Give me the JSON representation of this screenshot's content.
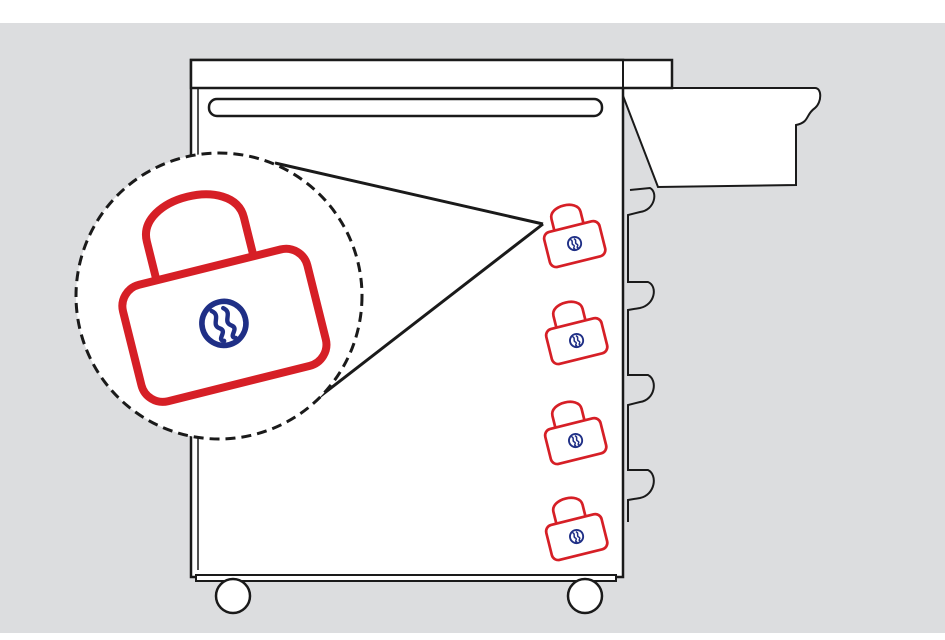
{
  "diagram": {
    "background_color": "#dcdddf",
    "cabinet_fill": "#ffffff",
    "line_color": "#1a1a1a",
    "lock_color": "#d61f26",
    "lock_symbol_color": "#1f2f86",
    "locks": [
      {
        "icon": "padlock-icon",
        "tray": 1
      },
      {
        "icon": "padlock-icon",
        "tray": 2
      },
      {
        "icon": "padlock-icon",
        "tray": 3
      },
      {
        "icon": "padlock-icon",
        "tray": 4
      }
    ],
    "magnifier": {
      "icon": "padlock-icon",
      "zoom_of_tray": 1
    }
  }
}
